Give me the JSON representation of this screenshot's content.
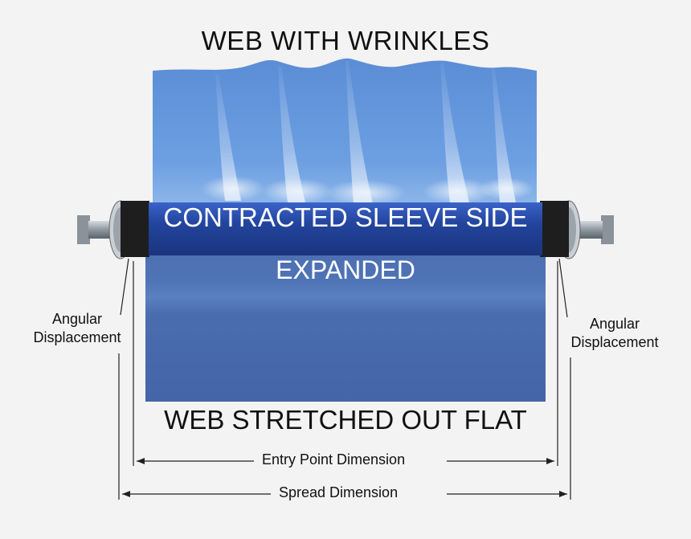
{
  "diagram": {
    "title_top": "WEB WITH WRINKLES",
    "title_bottom": "WEB STRETCHED OUT FLAT",
    "roller_label": "CONTRACTED SLEEVE SIDE",
    "expanded_label": "EXPANDED",
    "left_callout": "Angular Displacement",
    "right_callout": "Angular Displacement",
    "entry_dimension": "Entry Point Dimension",
    "spread_dimension": "Spread Dimension"
  },
  "colors": {
    "background": "#f3f3f3",
    "web_light": "#6a9ad8",
    "web_dark": "#4a6fae",
    "sleeve": "#1f3f90",
    "metal": "#9aa3ad",
    "text": "#111111"
  }
}
